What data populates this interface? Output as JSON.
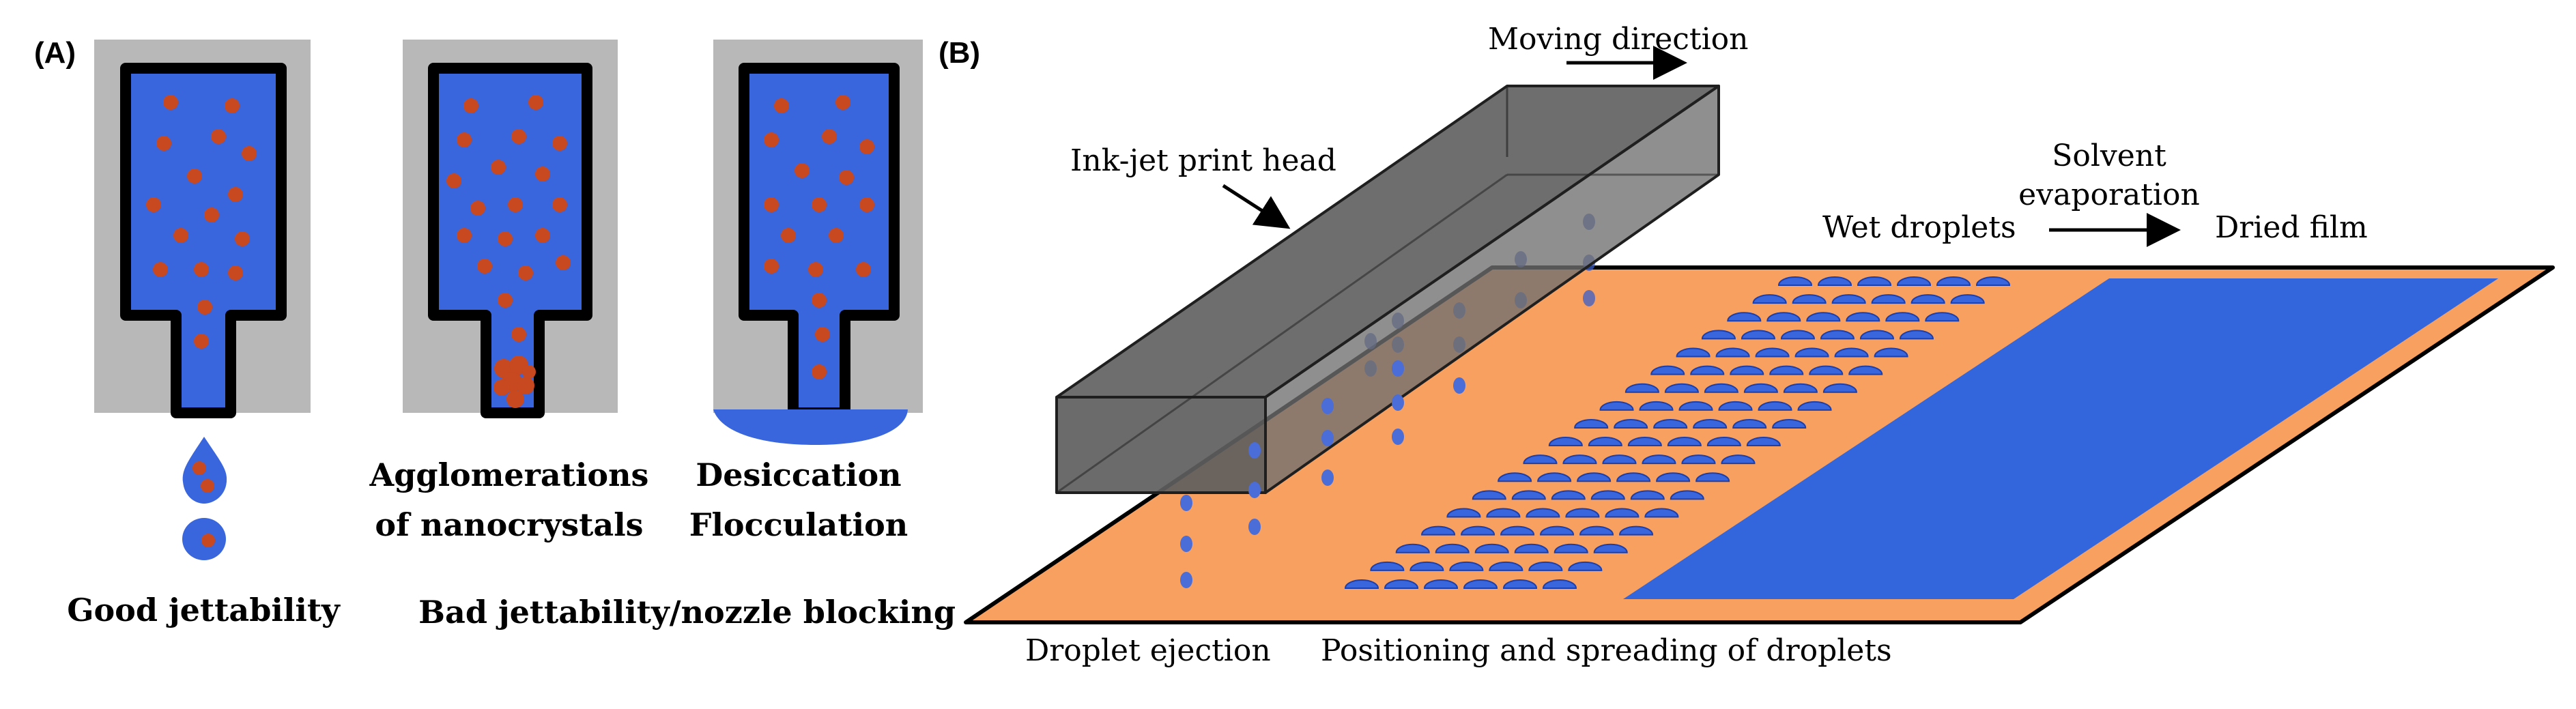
{
  "panel_a": {
    "label": "(A)",
    "caption_good": "Good jettability",
    "caption_agglo_1": "Agglomerations",
    "caption_agglo_2": "of nanocrystals",
    "caption_desic_1": "Desiccation",
    "caption_desic_2": "Flocculation",
    "caption_bad": "Bad jettability/nozzle blocking"
  },
  "panel_b": {
    "label": "(B)",
    "moving_direction": "Moving direction",
    "print_head": "Ink-jet print head",
    "solvent_1": "Solvent",
    "solvent_2": "evaporation",
    "wet_droplets": "Wet droplets",
    "dried_film": "Dried film",
    "droplet_ejection": "Droplet ejection",
    "positioning": "Positioning and spreading of droplets"
  },
  "colors": {
    "ink_blue": "#3a66dd",
    "film_blue": "#3366dd",
    "particle": "#c8481f",
    "nozzle_gray": "#b8b8b8",
    "substrate": "#f7a060",
    "head_top": "#6e6e6e",
    "head_side": "#5a5a5a"
  }
}
